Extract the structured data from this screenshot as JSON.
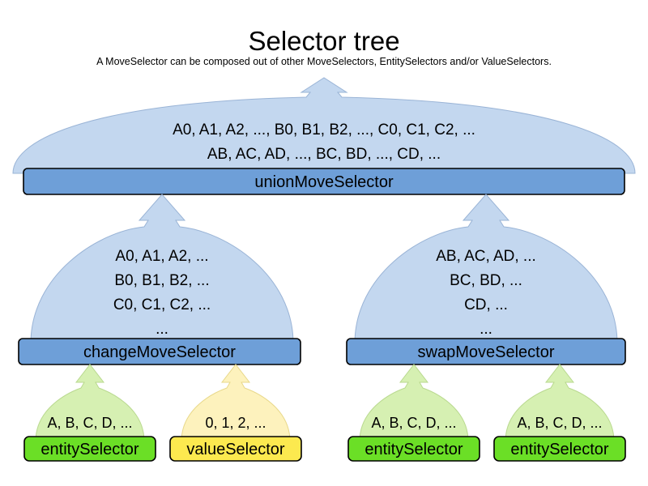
{
  "header": {
    "title": "Selector tree",
    "subtitle": "A MoveSelector can be composed out of other MoveSelectors, EntitySelectors and/or ValueSelectors."
  },
  "colors": {
    "balloon_blue": "#c3d7ef",
    "balloon_green": "#d6f0b2",
    "balloon_yellow": "#fdf2bd",
    "bar_blue": "#6e9fd8",
    "bar_green": "#6bdf26",
    "bar_yellow": "#fce94f",
    "background": "#ffffff",
    "text": "#000000"
  },
  "nodes": {
    "union": {
      "label": "unionMoveSelector",
      "lines": [
        "A0, A1, A2, ..., B0, B1, B2, ..., C0, C1, C2, ...",
        "AB, AC, AD, ..., BC, BD, ..., CD, ..."
      ]
    },
    "change": {
      "label": "changeMoveSelector",
      "lines": [
        "A0, A1, A2, ...",
        "B0, B1, B2, ...",
        "C0, C1, C2, ...",
        "..."
      ]
    },
    "swap": {
      "label": "swapMoveSelector",
      "lines": [
        "AB, AC, AD, ...",
        "BC, BD, ...",
        "CD, ...",
        "..."
      ]
    },
    "leaf_entity_1": {
      "label": "entitySelector",
      "lines": [
        "A, B, C, D, ..."
      ]
    },
    "leaf_value_1": {
      "label": "valueSelector",
      "lines": [
        "0, 1, 2, ..."
      ]
    },
    "leaf_entity_2": {
      "label": "entitySelector",
      "lines": [
        "A, B, C, D, ..."
      ]
    },
    "leaf_entity_3": {
      "label": "entitySelector",
      "lines": [
        "A, B, C, D, ..."
      ]
    }
  }
}
